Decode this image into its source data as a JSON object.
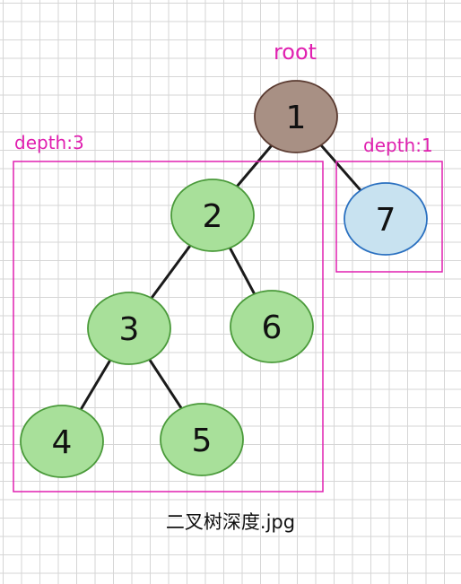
{
  "diagram": {
    "root_label": "root",
    "caption": "二叉树深度.jpg",
    "colors": {
      "annotation": "#e020b0",
      "edge": "#1a1a1a",
      "node_green_fill": "#a8e09a",
      "node_green_stroke": "#4a9a3a",
      "node_root_fill": "#a89084",
      "node_root_stroke": "#5a3a30",
      "node_blue_fill": "#c8e2f0",
      "node_blue_stroke": "#2a70c0"
    },
    "boxes": [
      {
        "id": "left",
        "label": "depth:3"
      },
      {
        "id": "right",
        "label": "depth:1"
      }
    ],
    "nodes": [
      {
        "id": "n1",
        "label": "1",
        "style": "root"
      },
      {
        "id": "n2",
        "label": "2",
        "style": "green"
      },
      {
        "id": "n3",
        "label": "3",
        "style": "green"
      },
      {
        "id": "n4",
        "label": "4",
        "style": "green"
      },
      {
        "id": "n5",
        "label": "5",
        "style": "green"
      },
      {
        "id": "n6",
        "label": "6",
        "style": "green"
      },
      {
        "id": "n7",
        "label": "7",
        "style": "blue"
      }
    ],
    "edges": [
      {
        "from": "n1",
        "to": "n2"
      },
      {
        "from": "n1",
        "to": "n7"
      },
      {
        "from": "n2",
        "to": "n3"
      },
      {
        "from": "n2",
        "to": "n6"
      },
      {
        "from": "n3",
        "to": "n4"
      },
      {
        "from": "n3",
        "to": "n5"
      }
    ]
  }
}
